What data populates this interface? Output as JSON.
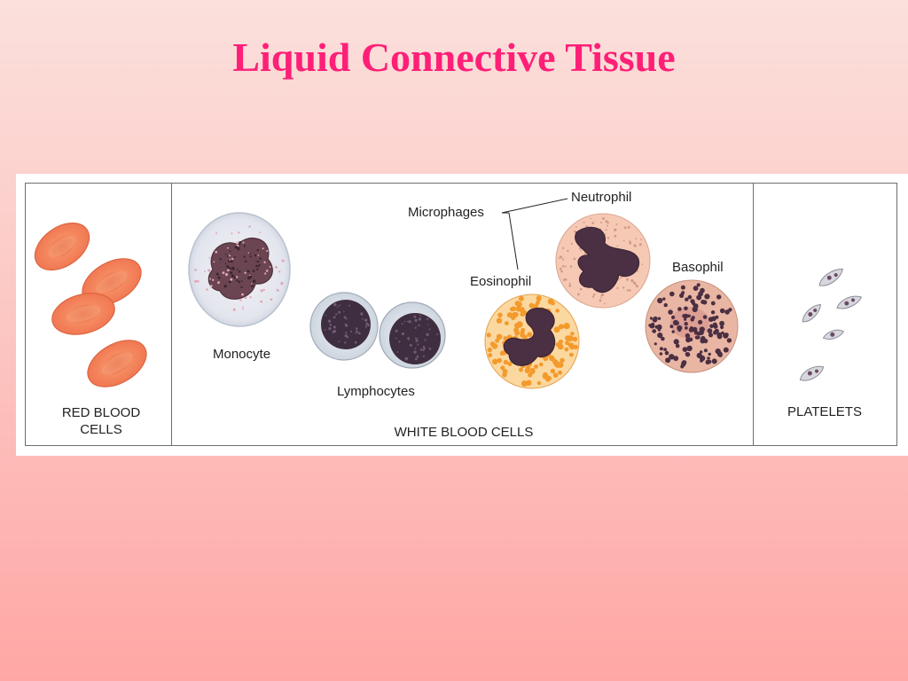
{
  "slide": {
    "title": "Liquid Connective Tissue",
    "title_color": "#ff1f77"
  },
  "figure": {
    "panels": [
      {
        "id": "rbc",
        "label_line1": "RED BLOOD",
        "label_line2": "CELLS"
      },
      {
        "id": "wbc",
        "label": "WHITE BLOOD CELLS"
      },
      {
        "id": "platelets",
        "label": "PLATELETS"
      }
    ],
    "cell_labels": {
      "monocyte": "Monocyte",
      "lymphocytes": "Lymphocytes",
      "microphages": "Microphages",
      "neutrophil": "Neutrophil",
      "eosinophil": "Eosinophil",
      "basophil": "Basophil"
    },
    "colors": {
      "rbc": "#f07a52",
      "rbc_center": "#e35b35",
      "nucleus": "#4a3140",
      "eosinophil_granules": "#f39a2c",
      "neutrophil_cytoplasm": "#f6c9b5",
      "basophil_cytoplasm": "#e9b6a4",
      "platelet": "#b5b5c0"
    }
  }
}
